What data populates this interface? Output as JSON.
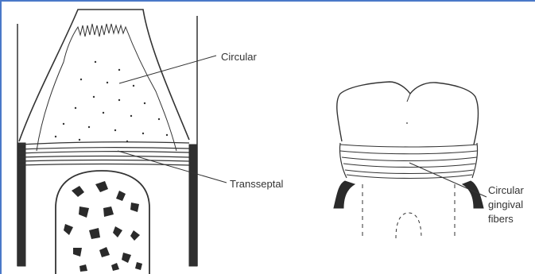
{
  "labels": {
    "circular": "Circular",
    "transseptal": "Transseptal",
    "circular_gingival": [
      "Circular",
      "gingival",
      "fibers"
    ]
  },
  "colors": {
    "frame_border": "#4a78c8",
    "line": "#333333",
    "paper": "#ffffff"
  }
}
